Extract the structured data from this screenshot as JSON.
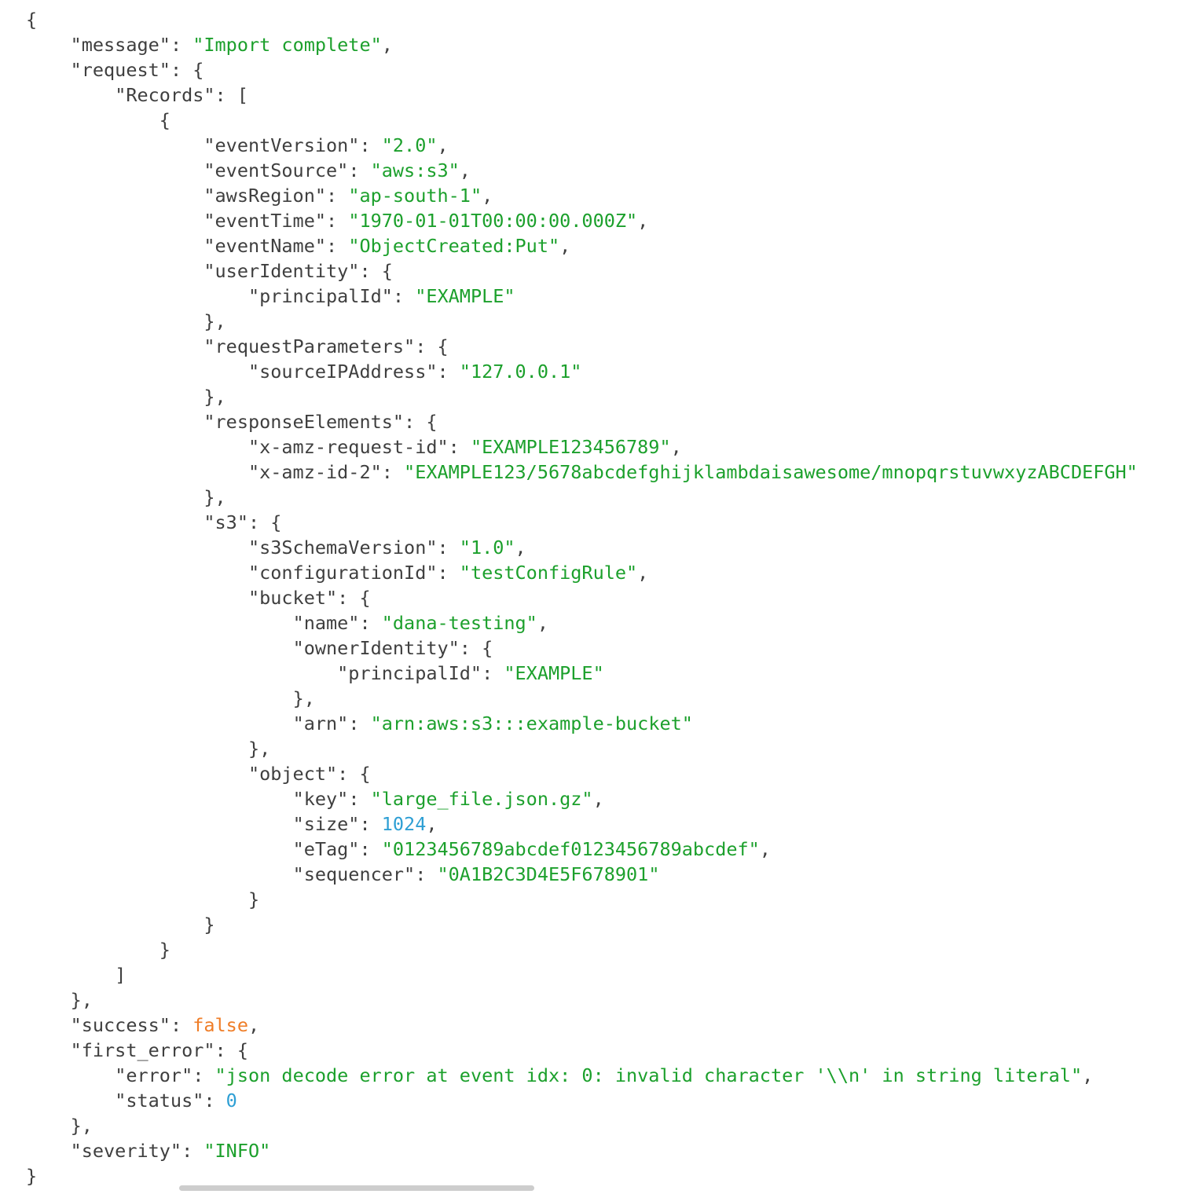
{
  "viewer": {
    "background": "#ffffff",
    "colors": {
      "key": "#3f3f3f",
      "punctuation": "#3f3f3f",
      "string": "#1ca02c",
      "number": "#2e9fd4",
      "boolean": "#ef7d27",
      "scrollbar": "#cdcdcd"
    },
    "lines": [
      {
        "i": 0,
        "t": [
          [
            "p",
            "{"
          ]
        ]
      },
      {
        "i": 4,
        "t": [
          [
            "k",
            "\"message\""
          ],
          [
            "p",
            ": "
          ],
          [
            "s",
            "\"Import complete\""
          ],
          [
            "p",
            ","
          ]
        ]
      },
      {
        "i": 4,
        "t": [
          [
            "k",
            "\"request\""
          ],
          [
            "p",
            ": {"
          ]
        ]
      },
      {
        "i": 8,
        "t": [
          [
            "k",
            "\"Records\""
          ],
          [
            "p",
            ": ["
          ]
        ]
      },
      {
        "i": 12,
        "t": [
          [
            "p",
            "{"
          ]
        ]
      },
      {
        "i": 16,
        "t": [
          [
            "k",
            "\"eventVersion\""
          ],
          [
            "p",
            ": "
          ],
          [
            "s",
            "\"2.0\""
          ],
          [
            "p",
            ","
          ]
        ]
      },
      {
        "i": 16,
        "t": [
          [
            "k",
            "\"eventSource\""
          ],
          [
            "p",
            ": "
          ],
          [
            "s",
            "\"aws:s3\""
          ],
          [
            "p",
            ","
          ]
        ]
      },
      {
        "i": 16,
        "t": [
          [
            "k",
            "\"awsRegion\""
          ],
          [
            "p",
            ": "
          ],
          [
            "s",
            "\"ap-south-1\""
          ],
          [
            "p",
            ","
          ]
        ]
      },
      {
        "i": 16,
        "t": [
          [
            "k",
            "\"eventTime\""
          ],
          [
            "p",
            ": "
          ],
          [
            "s",
            "\"1970-01-01T00:00:00.000Z\""
          ],
          [
            "p",
            ","
          ]
        ]
      },
      {
        "i": 16,
        "t": [
          [
            "k",
            "\"eventName\""
          ],
          [
            "p",
            ": "
          ],
          [
            "s",
            "\"ObjectCreated:Put\""
          ],
          [
            "p",
            ","
          ]
        ]
      },
      {
        "i": 16,
        "t": [
          [
            "k",
            "\"userIdentity\""
          ],
          [
            "p",
            ": {"
          ]
        ]
      },
      {
        "i": 20,
        "t": [
          [
            "k",
            "\"principalId\""
          ],
          [
            "p",
            ": "
          ],
          [
            "s",
            "\"EXAMPLE\""
          ]
        ]
      },
      {
        "i": 16,
        "t": [
          [
            "p",
            "},"
          ]
        ]
      },
      {
        "i": 16,
        "t": [
          [
            "k",
            "\"requestParameters\""
          ],
          [
            "p",
            ": {"
          ]
        ]
      },
      {
        "i": 20,
        "t": [
          [
            "k",
            "\"sourceIPAddress\""
          ],
          [
            "p",
            ": "
          ],
          [
            "s",
            "\"127.0.0.1\""
          ]
        ]
      },
      {
        "i": 16,
        "t": [
          [
            "p",
            "},"
          ]
        ]
      },
      {
        "i": 16,
        "t": [
          [
            "k",
            "\"responseElements\""
          ],
          [
            "p",
            ": {"
          ]
        ]
      },
      {
        "i": 20,
        "t": [
          [
            "k",
            "\"x-amz-request-id\""
          ],
          [
            "p",
            ": "
          ],
          [
            "s",
            "\"EXAMPLE123456789\""
          ],
          [
            "p",
            ","
          ]
        ]
      },
      {
        "i": 20,
        "t": [
          [
            "k",
            "\"x-amz-id-2\""
          ],
          [
            "p",
            ": "
          ],
          [
            "s",
            "\"EXAMPLE123/5678abcdefghijklambdaisawesome/mnopqrstuvwxyzABCDEFGH\""
          ]
        ]
      },
      {
        "i": 16,
        "t": [
          [
            "p",
            "},"
          ]
        ]
      },
      {
        "i": 16,
        "t": [
          [
            "k",
            "\"s3\""
          ],
          [
            "p",
            ": {"
          ]
        ]
      },
      {
        "i": 20,
        "t": [
          [
            "k",
            "\"s3SchemaVersion\""
          ],
          [
            "p",
            ": "
          ],
          [
            "s",
            "\"1.0\""
          ],
          [
            "p",
            ","
          ]
        ]
      },
      {
        "i": 20,
        "t": [
          [
            "k",
            "\"configurationId\""
          ],
          [
            "p",
            ": "
          ],
          [
            "s",
            "\"testConfigRule\""
          ],
          [
            "p",
            ","
          ]
        ]
      },
      {
        "i": 20,
        "t": [
          [
            "k",
            "\"bucket\""
          ],
          [
            "p",
            ": {"
          ]
        ]
      },
      {
        "i": 24,
        "t": [
          [
            "k",
            "\"name\""
          ],
          [
            "p",
            ": "
          ],
          [
            "s",
            "\"dana-testing\""
          ],
          [
            "p",
            ","
          ]
        ]
      },
      {
        "i": 24,
        "t": [
          [
            "k",
            "\"ownerIdentity\""
          ],
          [
            "p",
            ": {"
          ]
        ]
      },
      {
        "i": 28,
        "t": [
          [
            "k",
            "\"principalId\""
          ],
          [
            "p",
            ": "
          ],
          [
            "s",
            "\"EXAMPLE\""
          ]
        ]
      },
      {
        "i": 24,
        "t": [
          [
            "p",
            "},"
          ]
        ]
      },
      {
        "i": 24,
        "t": [
          [
            "k",
            "\"arn\""
          ],
          [
            "p",
            ": "
          ],
          [
            "s",
            "\"arn:aws:s3:::example-bucket\""
          ]
        ]
      },
      {
        "i": 20,
        "t": [
          [
            "p",
            "},"
          ]
        ]
      },
      {
        "i": 20,
        "t": [
          [
            "k",
            "\"object\""
          ],
          [
            "p",
            ": {"
          ]
        ]
      },
      {
        "i": 24,
        "t": [
          [
            "k",
            "\"key\""
          ],
          [
            "p",
            ": "
          ],
          [
            "s",
            "\"large_file.json.gz\""
          ],
          [
            "p",
            ","
          ]
        ]
      },
      {
        "i": 24,
        "t": [
          [
            "k",
            "\"size\""
          ],
          [
            "p",
            ": "
          ],
          [
            "n",
            "1024"
          ],
          [
            "p",
            ","
          ]
        ]
      },
      {
        "i": 24,
        "t": [
          [
            "k",
            "\"eTag\""
          ],
          [
            "p",
            ": "
          ],
          [
            "s",
            "\"0123456789abcdef0123456789abcdef\""
          ],
          [
            "p",
            ","
          ]
        ]
      },
      {
        "i": 24,
        "t": [
          [
            "k",
            "\"sequencer\""
          ],
          [
            "p",
            ": "
          ],
          [
            "s",
            "\"0A1B2C3D4E5F678901\""
          ]
        ]
      },
      {
        "i": 20,
        "t": [
          [
            "p",
            "}"
          ]
        ]
      },
      {
        "i": 16,
        "t": [
          [
            "p",
            "}"
          ]
        ]
      },
      {
        "i": 12,
        "t": [
          [
            "p",
            "}"
          ]
        ]
      },
      {
        "i": 8,
        "t": [
          [
            "p",
            "]"
          ]
        ]
      },
      {
        "i": 4,
        "t": [
          [
            "p",
            "},"
          ]
        ]
      },
      {
        "i": 4,
        "t": [
          [
            "k",
            "\"success\""
          ],
          [
            "p",
            ": "
          ],
          [
            "b",
            "false"
          ],
          [
            "p",
            ","
          ]
        ]
      },
      {
        "i": 4,
        "t": [
          [
            "k",
            "\"first_error\""
          ],
          [
            "p",
            ": {"
          ]
        ]
      },
      {
        "i": 8,
        "t": [
          [
            "k",
            "\"error\""
          ],
          [
            "p",
            ": "
          ],
          [
            "s",
            "\"json decode error at event idx: 0: invalid character '\\\\n' in string literal\""
          ],
          [
            "p",
            ","
          ]
        ]
      },
      {
        "i": 8,
        "t": [
          [
            "k",
            "\"status\""
          ],
          [
            "p",
            ": "
          ],
          [
            "n",
            "0"
          ]
        ]
      },
      {
        "i": 4,
        "t": [
          [
            "p",
            "},"
          ]
        ]
      },
      {
        "i": 4,
        "t": [
          [
            "k",
            "\"severity\""
          ],
          [
            "p",
            ": "
          ],
          [
            "s",
            "\"INFO\""
          ]
        ]
      },
      {
        "i": 0,
        "t": [
          [
            "p",
            "}"
          ]
        ]
      }
    ]
  }
}
